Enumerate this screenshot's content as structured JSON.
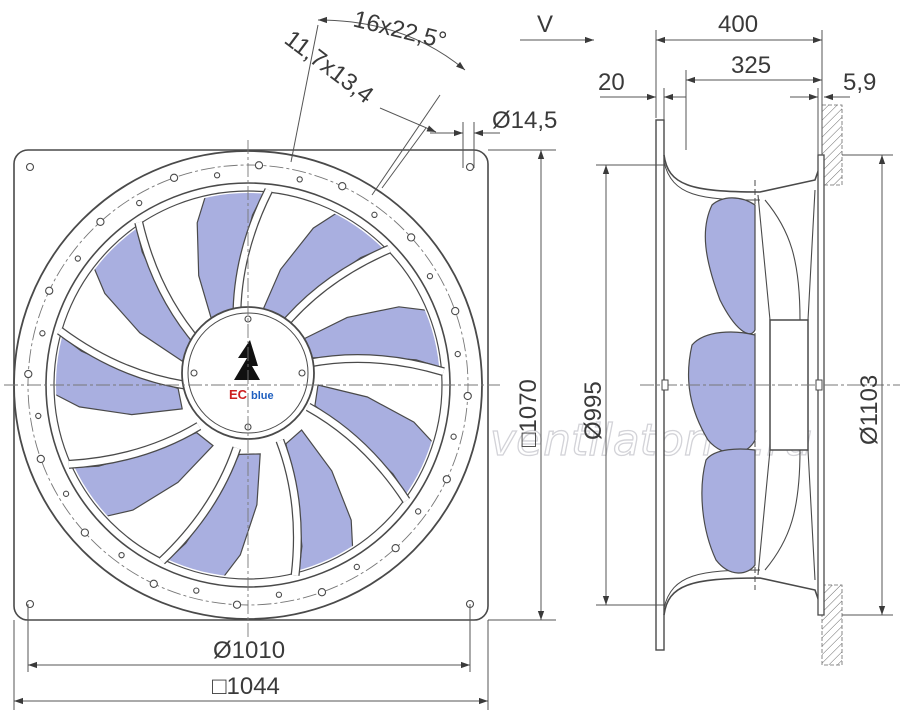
{
  "front_view": {
    "dimensions": {
      "hole_pattern": "16x22,5°",
      "slot_size": "11,7x13,4",
      "hole_diameter": "Ø14,5",
      "square_height": "□1070",
      "ring_diameter": "Ø1010",
      "square_width": "□1044"
    },
    "logo": {
      "prefix": "EC",
      "suffix": "blue"
    },
    "counts": {
      "blades": 9,
      "flange_holes": 16
    }
  },
  "side_view": {
    "view_marker": "V",
    "dimensions": {
      "overall_depth": "400",
      "motor_depth": "325",
      "flange_offset": "20",
      "wall_thickness": "5,9",
      "impeller_diameter": "Ø995",
      "outer_diameter": "Ø1103"
    }
  },
  "watermark": {
    "text": "ventilatorny.ru"
  },
  "colors": {
    "blade": "#a9afe0",
    "line": "#4a4a4a",
    "hatch": "#6a6a6a",
    "logo_red": "#cc1f1f",
    "logo_blue": "#1f5fbf"
  }
}
